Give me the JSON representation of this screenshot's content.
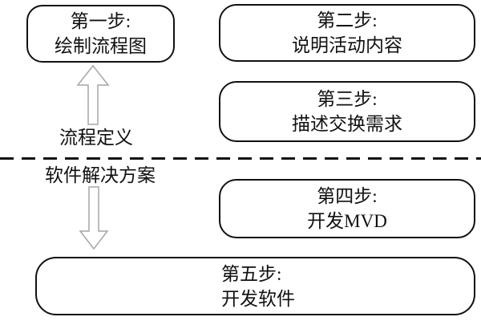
{
  "boxes": [
    {
      "line1": "第一步:",
      "line2": "绘制流程图"
    },
    {
      "line1": "第二步:",
      "line2": "说明活动内容"
    },
    {
      "line1": "第三步:",
      "line2": "描述交换需求"
    },
    {
      "line1": "第四步:",
      "line2": "开发MVD"
    },
    {
      "line1": "第五步:",
      "line2": "开发软件"
    }
  ],
  "labels": {
    "top": "流程定义",
    "bottom": "软件解决方案"
  },
  "colors": {
    "background": "#ffffff",
    "stroke": "#111111",
    "arrow_stroke": "#a6a6a6"
  }
}
